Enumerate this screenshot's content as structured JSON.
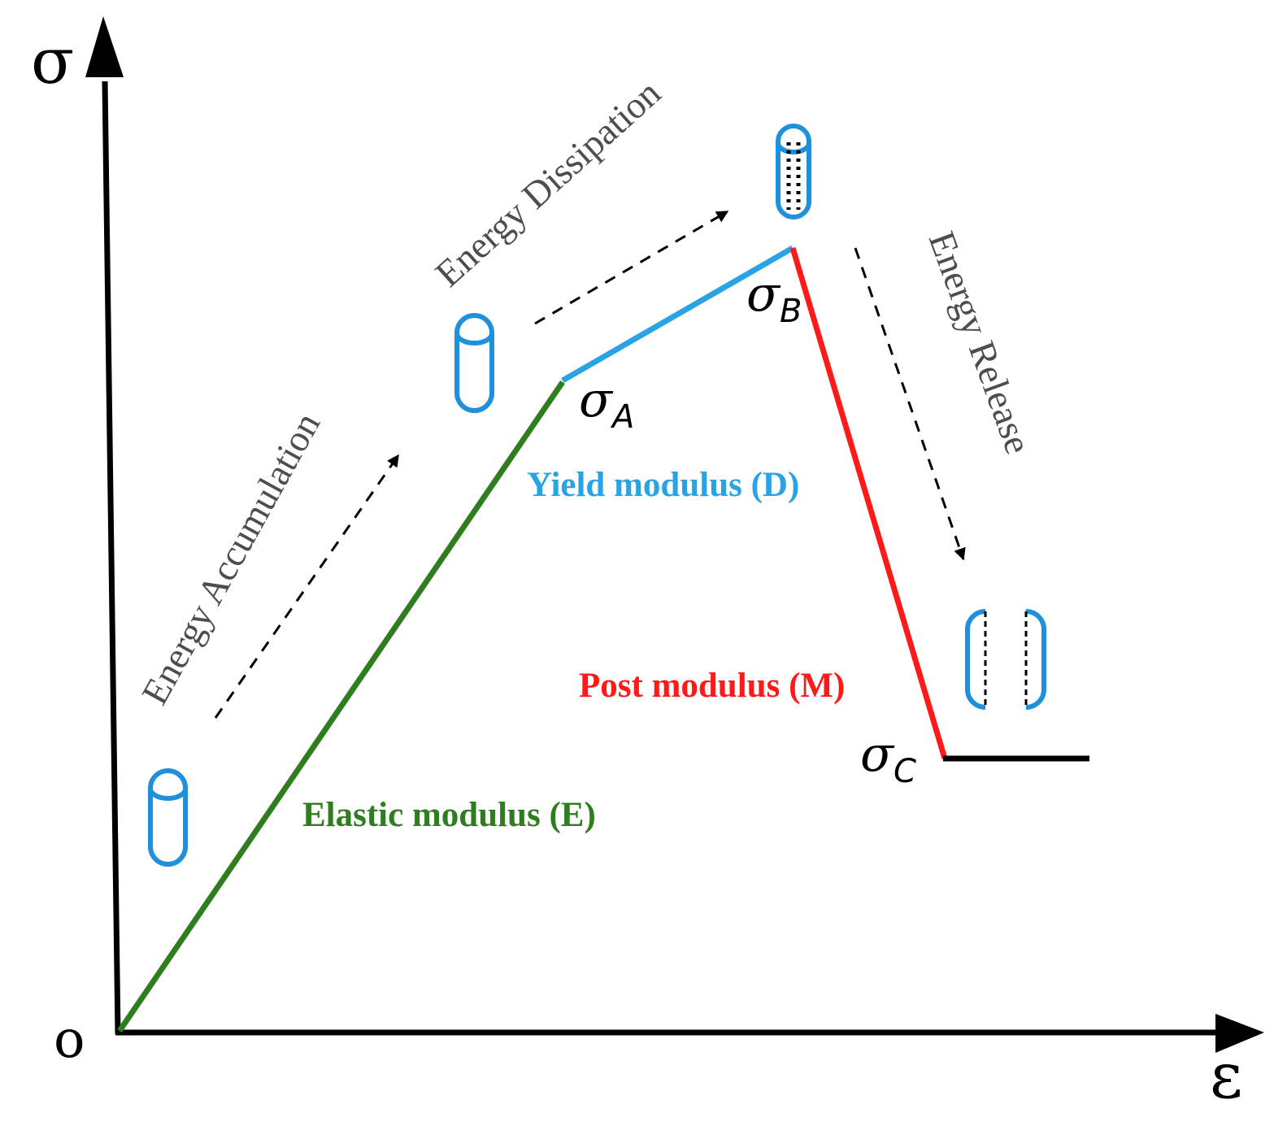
{
  "axes": {
    "y_symbol": "σ",
    "x_symbol": "ε",
    "origin": "o"
  },
  "points": {
    "a": {
      "base": "σ",
      "sub": "A"
    },
    "b": {
      "base": "σ",
      "sub": "B"
    },
    "c": {
      "base": "σ",
      "sub": "C"
    }
  },
  "stages": {
    "accumulation": "Energy Accumulation",
    "dissipation": "Energy Dissipation",
    "release": "Energy Release"
  },
  "moduli": {
    "elastic": "Elastic modulus (E)",
    "yield": "Yield modulus (D)",
    "post": "Post modulus (M)"
  },
  "colors": {
    "axis": "#000000",
    "elastic": "#2e7d1f",
    "yield": "#29a3e3",
    "post": "#ff1a1a",
    "residual": "#000000",
    "specimen": "#1e90dc",
    "stage_text": "#4d4d4d"
  },
  "icons": {
    "specimen_intact": "cylinder-icon",
    "specimen_cracked": "cracked-cylinder-icon",
    "specimen_split": "split-cylinder-icon"
  }
}
